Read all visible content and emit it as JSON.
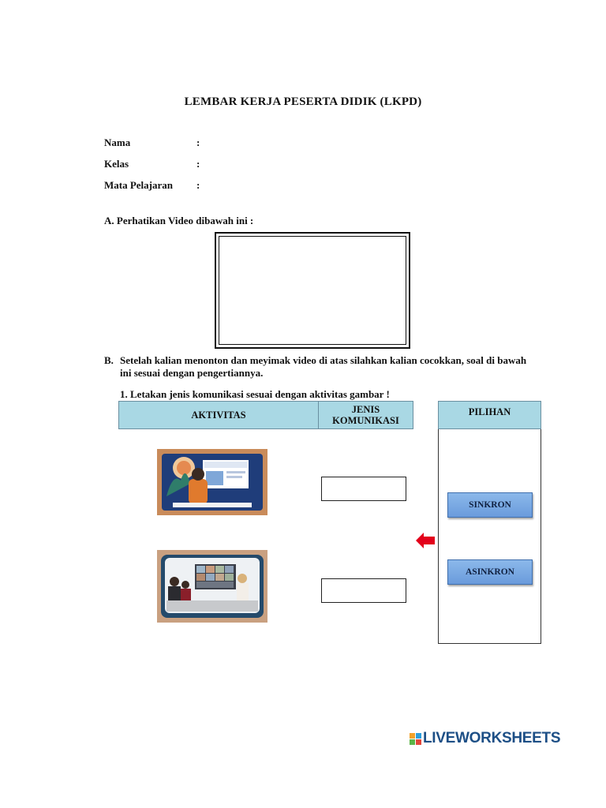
{
  "doc": {
    "title": "LEMBAR KERJA PESERTA DIDIK (LKPD)",
    "fields": [
      {
        "label": "Nama",
        "colon": ":"
      },
      {
        "label": "Kelas",
        "colon": ":"
      },
      {
        "label": "Mata Pelajaran",
        "colon": ":"
      }
    ],
    "section_a": "A.  Perhatikan Video dibawah ini :",
    "section_b_label": "B.",
    "section_b_text": "Setelah kalian menonton dan meyimak video di atas silahkan kalian cocokkan, soal di bawah ini sesuai dengan pengertiannya.",
    "question_1": "1. Letakan jenis komunikasi sesuai dengan aktivitas gambar !"
  },
  "table": {
    "col_aktivitas": "AKTIVITAS",
    "col_jenis": "JENIS KOMUNIKASI",
    "col_pilihan": "PILIHAN"
  },
  "choices": {
    "sinkron": "SINKRON",
    "asinkron": "ASINKRON"
  },
  "footer": {
    "logo_text": "LIVEWORKSHEETS"
  },
  "colors": {
    "header_bg": "#a9d8e4",
    "button_bg": "#7aa9e3",
    "arrow": "#e3001b",
    "logo": "#1d4f86"
  }
}
